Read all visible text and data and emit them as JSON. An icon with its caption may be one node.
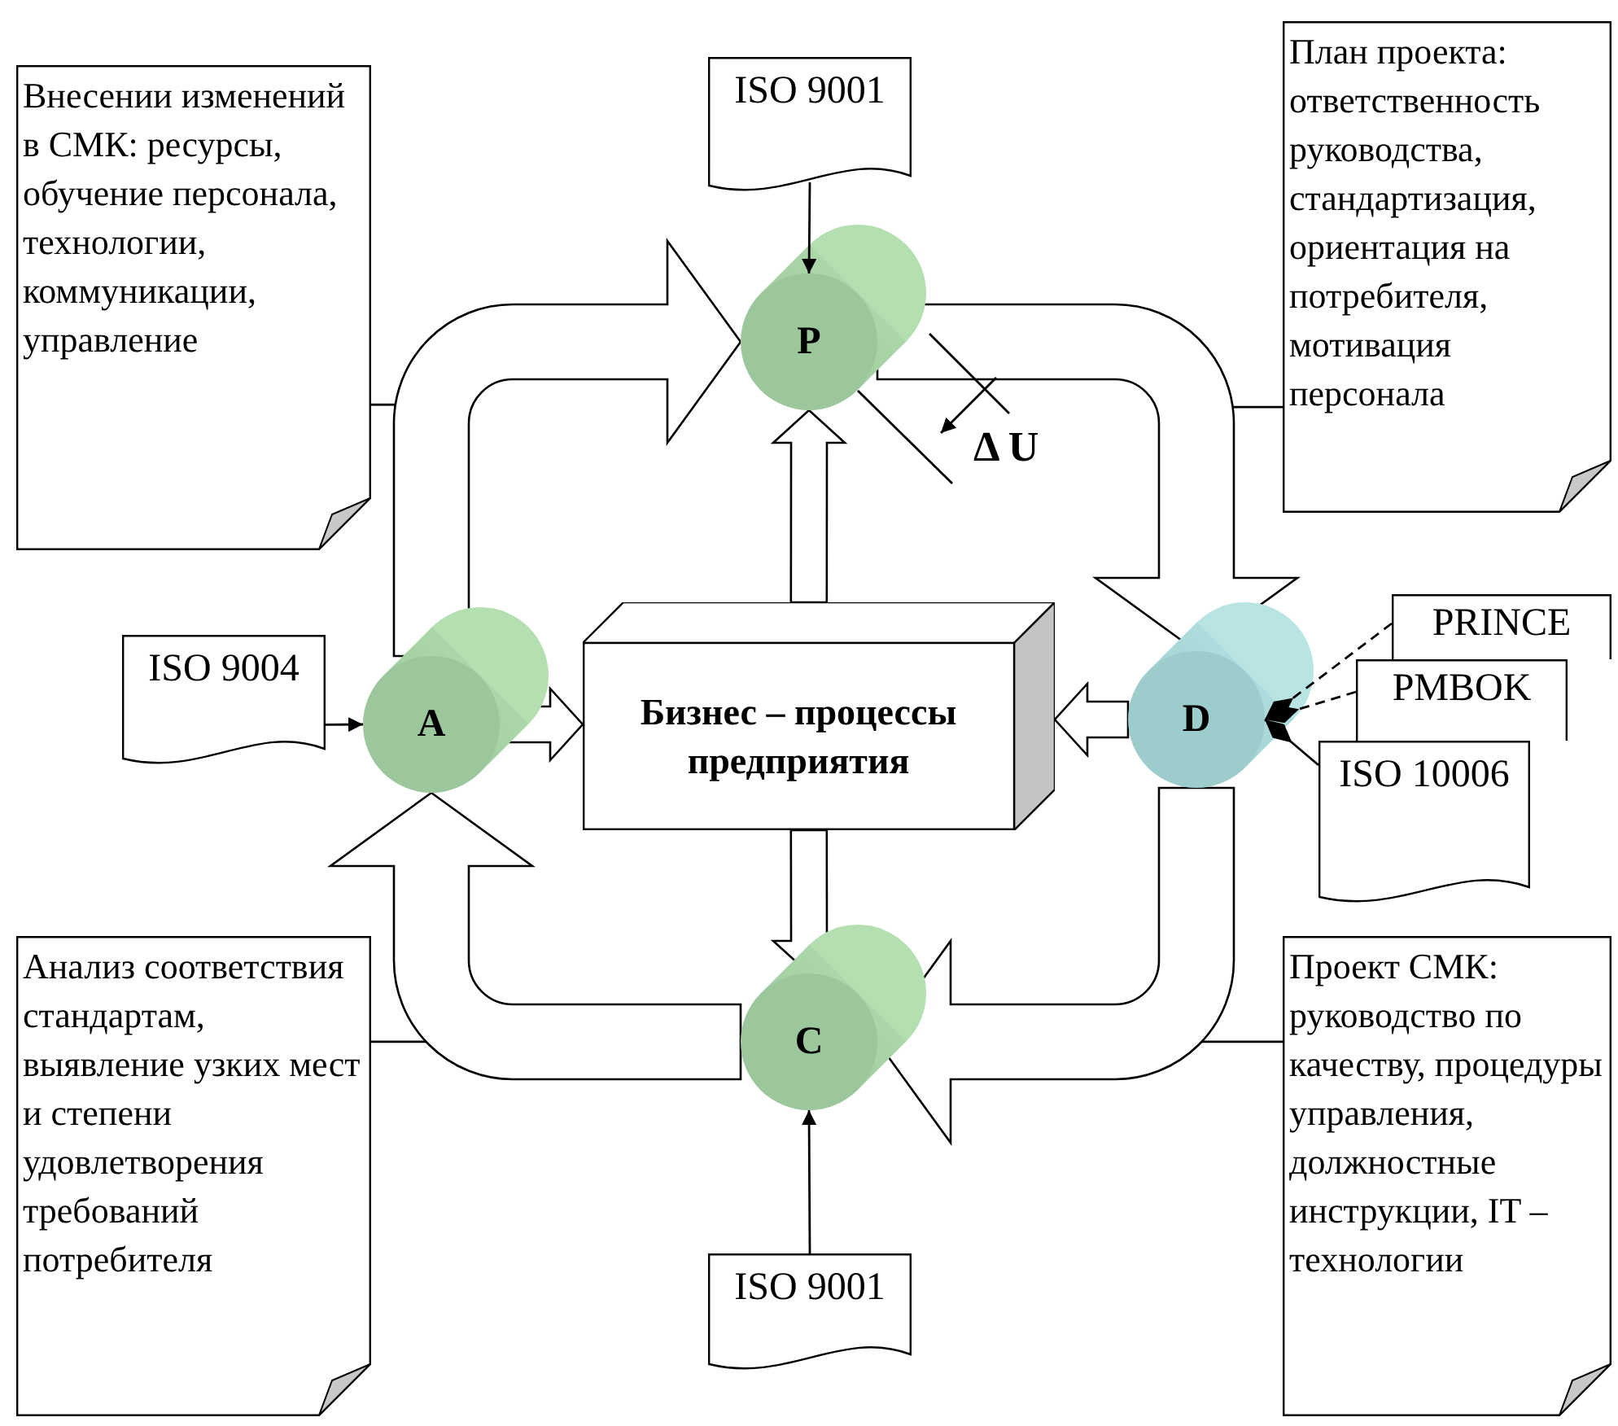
{
  "diagram": {
    "nodes": [
      {
        "text": [
          "Внесении изменений в СМК: ресурсы, обучение персонала, технологии, коммуникации, управление"
        ]
      },
      {
        "text": [
          "ISO 9001"
        ]
      },
      {
        "text": [
          "P"
        ]
      },
      {
        "text": [
          "План проекта: ответственность руководства, стандартизация, ориентация на потребителя, мотивация персонала"
        ]
      },
      {
        "text": [
          "ISO 9004"
        ]
      },
      {
        "text": [
          "A"
        ]
      },
      {
        "text": [
          "Бизнес – процессы предприятия"
        ]
      },
      {
        "text": [
          "D"
        ]
      },
      {
        "text": [
          "PRINCE"
        ]
      },
      {
        "text": [
          "PMBOK"
        ]
      },
      {
        "text": [
          "ISO 10006"
        ]
      },
      {
        "text": [
          "Анализ соответствия стандартам, выявление узких мест и степени удовлетворения требований потребителя"
        ]
      },
      {
        "text": [
          "C"
        ]
      },
      {
        "text": [
          "Проект СМК: руководство по качеству, процедуры управления, должностные инструкции, IT – технологии"
        ]
      },
      {
        "text": [
          "ISO 9001"
        ]
      }
    ],
    "edges": [
      {
        "from": 1,
        "to": 2,
        "arrow": "to"
      },
      {
        "from": 5,
        "to": 2,
        "arrow": "to",
        "style": "thick"
      },
      {
        "from": 2,
        "to": 7,
        "arrow": "to",
        "style": "thick"
      },
      {
        "from": 4,
        "to": 5,
        "arrow": "to"
      },
      {
        "from": 5,
        "to": 6,
        "arrow": "to",
        "style": "thick"
      },
      {
        "from": 6,
        "to": 2,
        "arrow": "to",
        "style": "thick"
      },
      {
        "from": 7,
        "to": 6,
        "arrow": "to",
        "style": "thick"
      },
      {
        "from": 8,
        "to": 7,
        "arrow": "other",
        "style": "dashed"
      },
      {
        "from": 9,
        "to": 7,
        "arrow": "other",
        "style": "dashed"
      },
      {
        "from": 10,
        "to": 7,
        "arrow": "other"
      },
      {
        "from": 6,
        "to": 12,
        "arrow": "to",
        "style": "thick"
      },
      {
        "from": 7,
        "to": 12,
        "arrow": "to",
        "style": "thick"
      },
      {
        "from": 12,
        "to": 5,
        "arrow": "to",
        "style": "thick"
      },
      {
        "from": 14,
        "to": 12,
        "arrow": "to"
      },
      {
        "from": 0,
        "to": null,
        "arrow": "none"
      },
      {
        "from": 3,
        "to": null,
        "arrow": "none"
      },
      {
        "from": 11,
        "to": null,
        "arrow": "none"
      },
      {
        "from": 13,
        "to": null,
        "arrow": "none"
      }
    ],
    "labels": [
      "Δ U"
    ]
  }
}
